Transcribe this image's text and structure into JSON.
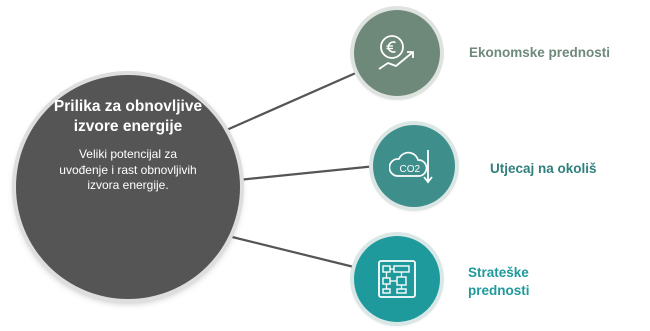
{
  "main": {
    "title": "Prilika za obnovljive izvore energije",
    "description": "Veliki potencijal za uvođenje i rast obnovljivih izvora energije."
  },
  "branches": [
    {
      "label": "Ekonomske prednosti",
      "icon": "growth-coin-icon",
      "color": "#6e897a"
    },
    {
      "label": "Utjecaj na okoliš",
      "icon": "co2-reduction-icon",
      "color": "#3e8f8c"
    },
    {
      "label": "Strateške prednosti",
      "icon": "strategy-flowchart-icon",
      "color": "#1f9a9c"
    }
  ],
  "co2_text": "CO2"
}
